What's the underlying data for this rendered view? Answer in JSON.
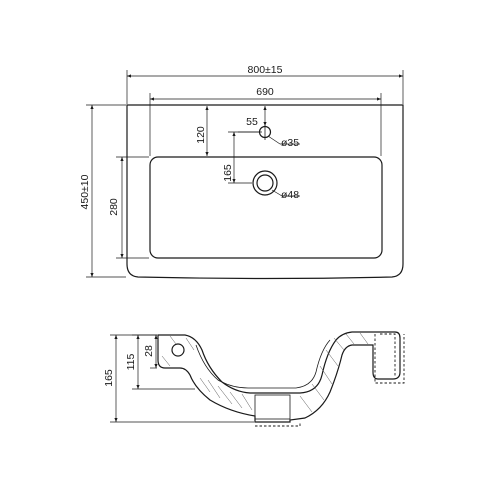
{
  "top_view": {
    "overall_width": "800±15",
    "bowl_width": "690",
    "overall_depth": "450±10",
    "bowl_depth": "280",
    "tap_hole_offset_y": "120",
    "tap_hole_offset_x": "55",
    "tap_hole_diameter": "ø35",
    "drain_offset_y": "165",
    "drain_diameter": "ø48"
  },
  "section_view": {
    "overall_height": "165",
    "bowl_depth": "115",
    "rim_height": "28"
  }
}
